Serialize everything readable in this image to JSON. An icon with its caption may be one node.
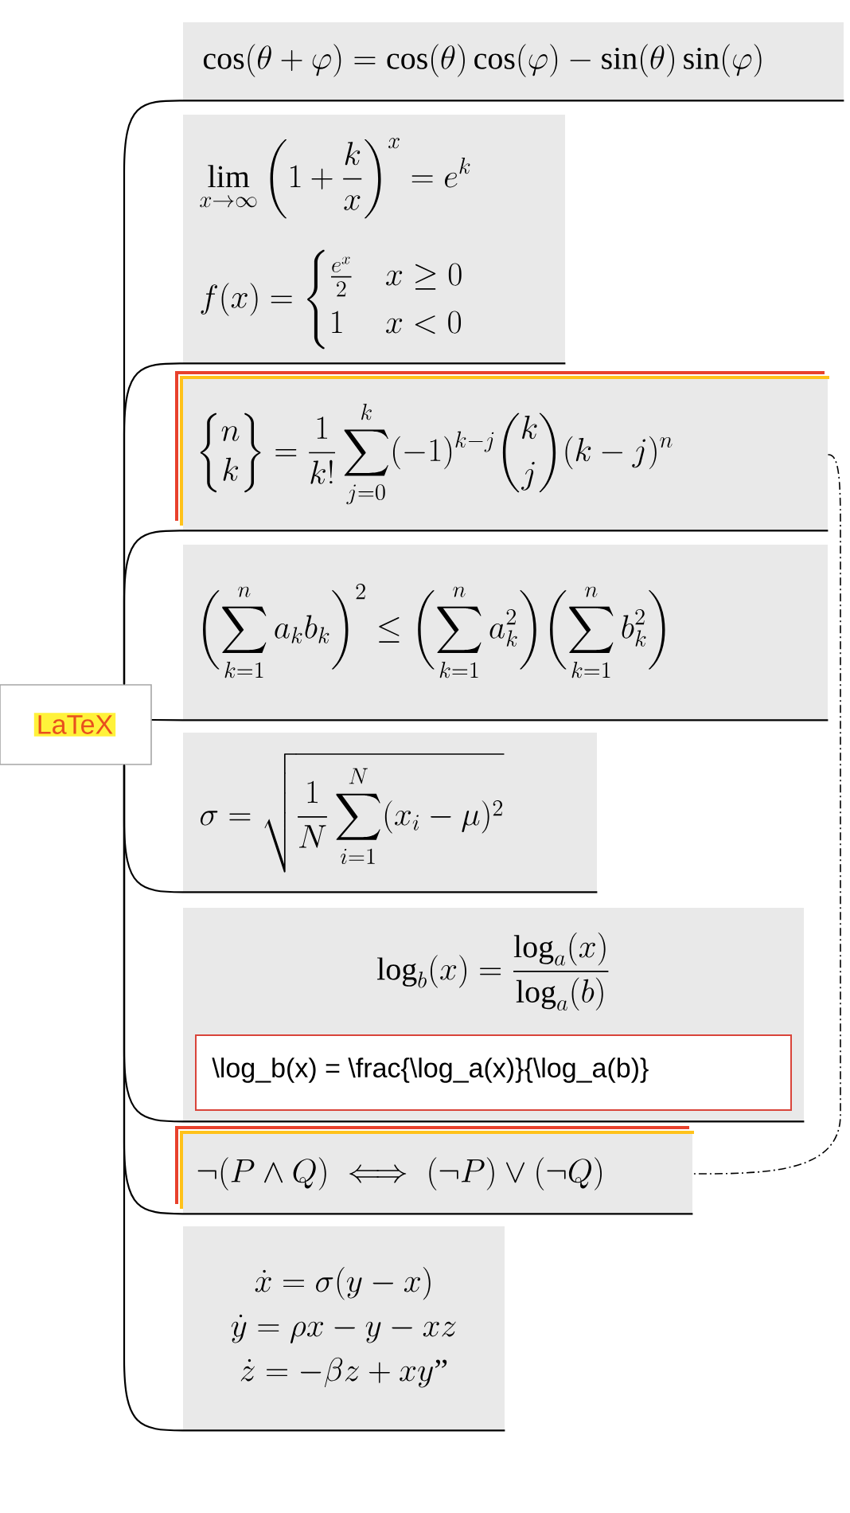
{
  "diagram": {
    "nodes": [
      {
        "text": [
          "LaTeX"
        ]
      },
      {
        "text": [
          "\\cos(\\theta+\\varphi) = \\cos(\\theta)\\cos(\\varphi) - \\sin(\\theta)\\sin(\\varphi)"
        ]
      },
      {
        "text": [
          "\\lim_{x\\to\\infty} \\left(1+\\frac{k}{x}\\right)^x = e^k",
          "f(x) = \\begin{cases}\\frac{e^x}{2} & x\\geq 0\\\\ 1 & x<0\\end{cases}"
        ]
      },
      {
        "text": [
          "\\begin{Bmatrix} n \\\\ k \\end{Bmatrix} = \\frac{1}{k!}\\sum_{j=0}^k (-1)^{k-j} \\binom{k}{j} (k-j)^n"
        ]
      },
      {
        "text": [
          "\\biggl(\\sum_{k=1}^n a_k b_k\\biggr)^2 \\leq \\biggl(\\sum_{k=1}^n a_k^2\\biggr) \\biggl(\\sum_{k=1}^n b_k^2\\biggr)"
        ]
      },
      {
        "text": [
          "\\sigma = \\sqrt{\\frac{1}{N}\\sum_{i=1}^N (x_i-\\mu)^2}"
        ]
      },
      {
        "text": [
          "\\log_b(x) = \\frac{\\log_a(x)}{\\log_a(b)}",
          "\\log_b(x) = \\frac{\\log_a(x)}{\\log_a(b)}"
        ]
      },
      {
        "text": [
          "\\neg(P\\wedge Q) \\iff (\\neg P)\\vee(\\neg Q)"
        ]
      },
      {
        "text": [
          "\\begin{gathered}\\dot{x} = \\sigma(y-x)\\\\ \\dot{y} = \\rho x - y - xz\\\\ \\dot{z} = -\\beta z + xy\\text{\"}\\end{gathered}"
        ]
      }
    ],
    "edges": [
      {
        "from": 0,
        "to": 1,
        "arrow": "none"
      },
      {
        "from": 0,
        "to": 2,
        "arrow": "none"
      },
      {
        "from": 0,
        "to": 3,
        "arrow": "none"
      },
      {
        "from": 0,
        "to": 4,
        "arrow": "none"
      },
      {
        "from": 0,
        "to": 5,
        "arrow": "none"
      },
      {
        "from": 0,
        "to": 6,
        "arrow": "none"
      },
      {
        "from": 0,
        "to": 7,
        "arrow": "none"
      },
      {
        "from": 0,
        "to": 8,
        "arrow": "none"
      },
      {
        "from": 3,
        "to": 7,
        "arrow": "none",
        "style": "dashed"
      }
    ]
  }
}
